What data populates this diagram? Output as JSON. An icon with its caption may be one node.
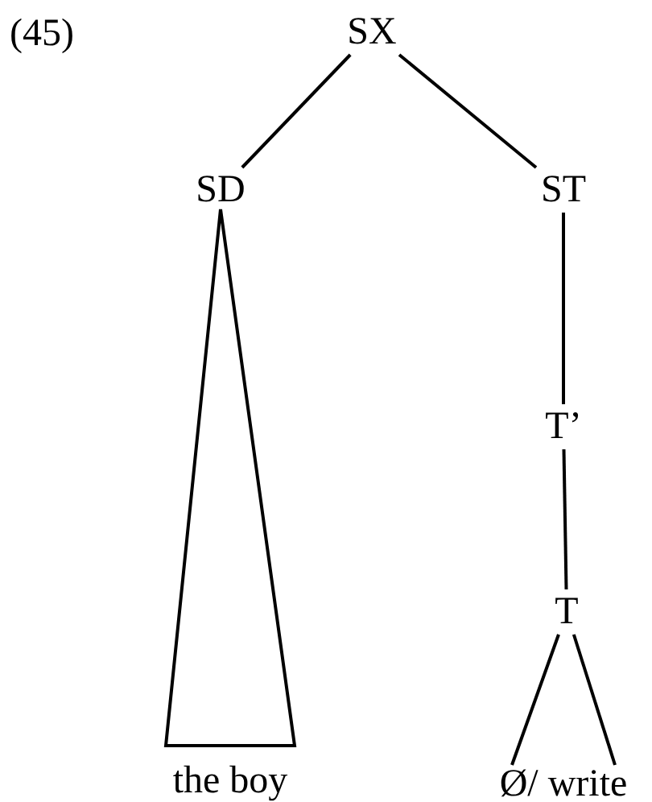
{
  "diagram": {
    "nodes": [
      {
        "text": [
          "SX"
        ]
      },
      {
        "text": [
          "SD"
        ]
      },
      {
        "text": [
          "ST"
        ]
      },
      {
        "text": [
          "T’"
        ]
      },
      {
        "text": [
          "T"
        ]
      },
      {
        "text": [
          "the boy"
        ]
      },
      {
        "text": [
          "Ø/ write"
        ]
      }
    ],
    "edges": [
      {
        "from": 0,
        "to": 1,
        "arrow": "none"
      },
      {
        "from": 0,
        "to": 2,
        "arrow": "none"
      },
      {
        "from": 2,
        "to": 3,
        "arrow": "none"
      },
      {
        "from": 3,
        "to": 4,
        "arrow": "none"
      },
      {
        "from": 4,
        "to": 6,
        "arrow": "none"
      },
      {
        "from": 4,
        "to": 6,
        "arrow": "none"
      }
    ],
    "labels": [
      "(45)"
    ]
  }
}
